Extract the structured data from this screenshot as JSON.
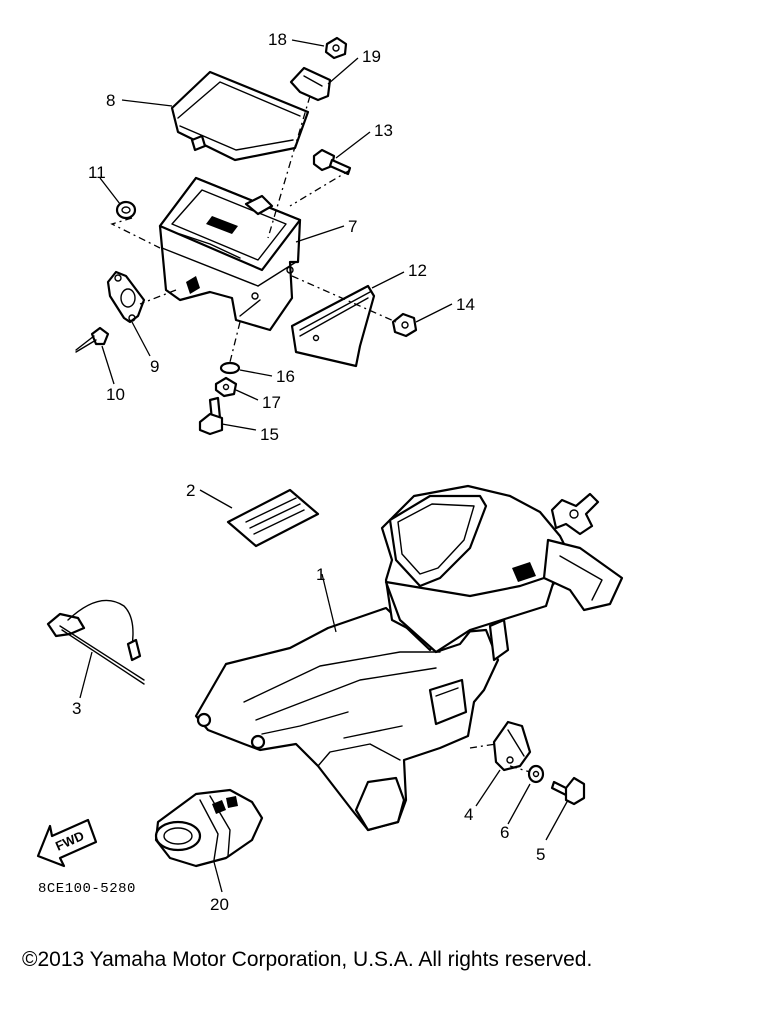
{
  "callouts": [
    "1",
    "2",
    "3",
    "4",
    "5",
    "6",
    "7",
    "8",
    "9",
    "10",
    "11",
    "12",
    "13",
    "14",
    "15",
    "16",
    "17",
    "18",
    "19",
    "20"
  ],
  "arrow_label": "FWD",
  "diagram_code": "8CE100-5280",
  "copyright": "©2013 Yamaha Motor Corporation, U.S.A. All rights reserved."
}
